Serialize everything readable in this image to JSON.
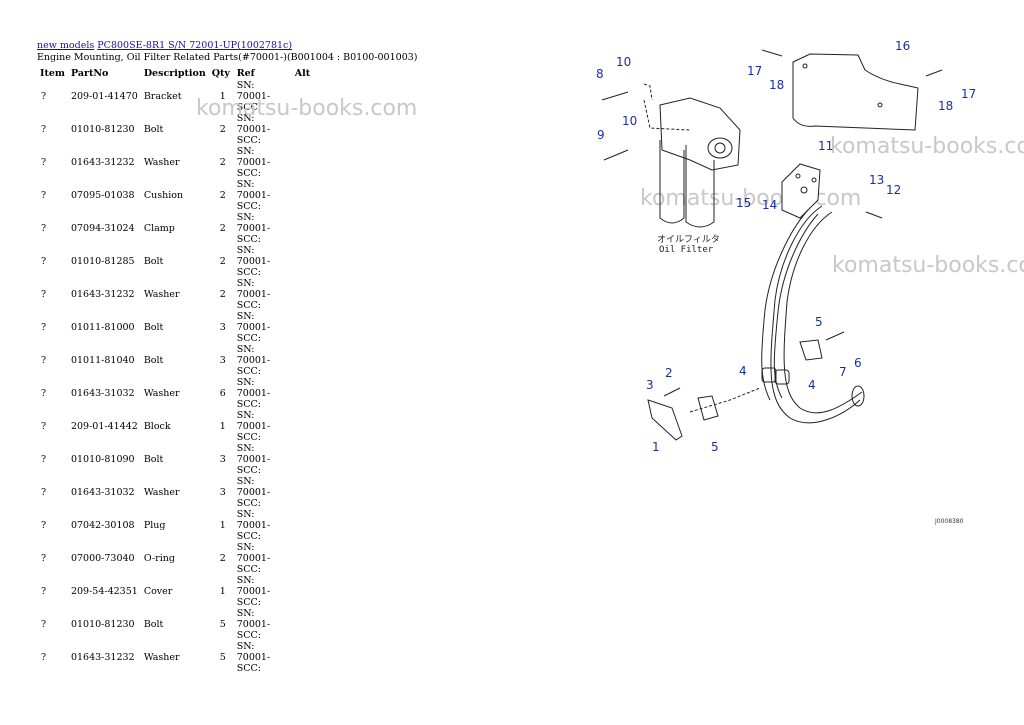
{
  "breadcrumb": {
    "link1": "new models",
    "link2": "PC800SE-8R1 S/N 72001-UP(1002781c)"
  },
  "page_title": "Engine Mounting, Oil Filter Related Parts(#70001-)(B001004 : B0100-001003)",
  "table": {
    "headers": [
      "Item",
      "PartNo",
      "Description",
      "Qty",
      "Ref",
      "Alt"
    ],
    "rows": [
      {
        "item": "?",
        "part": "209-01-41470",
        "desc": "Bracket",
        "qty": "1",
        "ref": "SN: 70001-SCC:"
      },
      {
        "item": "?",
        "part": "01010-81230",
        "desc": "Bolt",
        "qty": "2",
        "ref": "SN: 70001-SCC:"
      },
      {
        "item": "?",
        "part": "01643-31232",
        "desc": "Washer",
        "qty": "2",
        "ref": "SN: 70001-SCC:"
      },
      {
        "item": "?",
        "part": "07095-01038",
        "desc": "Cushion",
        "qty": "2",
        "ref": "SN: 70001-SCC:"
      },
      {
        "item": "?",
        "part": "07094-31024",
        "desc": "Clamp",
        "qty": "2",
        "ref": "SN: 70001-SCC:"
      },
      {
        "item": "?",
        "part": "01010-81285",
        "desc": "Bolt",
        "qty": "2",
        "ref": "SN: 70001-SCC:"
      },
      {
        "item": "?",
        "part": "01643-31232",
        "desc": "Washer",
        "qty": "2",
        "ref": "SN: 70001-SCC:"
      },
      {
        "item": "?",
        "part": "01011-81000",
        "desc": "Bolt",
        "qty": "3",
        "ref": "SN: 70001-SCC:"
      },
      {
        "item": "?",
        "part": "01011-81040",
        "desc": "Bolt",
        "qty": "3",
        "ref": "SN: 70001-SCC:"
      },
      {
        "item": "?",
        "part": "01643-31032",
        "desc": "Washer",
        "qty": "6",
        "ref": "SN: 70001-SCC:"
      },
      {
        "item": "?",
        "part": "209-01-41442",
        "desc": "Block",
        "qty": "1",
        "ref": "SN: 70001-SCC:"
      },
      {
        "item": "?",
        "part": "01010-81090",
        "desc": "Bolt",
        "qty": "3",
        "ref": "SN: 70001-SCC:"
      },
      {
        "item": "?",
        "part": "01643-31032",
        "desc": "Washer",
        "qty": "3",
        "ref": "SN: 70001-SCC:"
      },
      {
        "item": "?",
        "part": "07042-30108",
        "desc": "Plug",
        "qty": "1",
        "ref": "SN: 70001-SCC:"
      },
      {
        "item": "?",
        "part": "07000-73040",
        "desc": "O-ring",
        "qty": "2",
        "ref": "SN: 70001-SCC:"
      },
      {
        "item": "?",
        "part": "209-54-42351",
        "desc": "Cover",
        "qty": "1",
        "ref": "SN: 70001-SCC:"
      },
      {
        "item": "?",
        "part": "01010-81230",
        "desc": "Bolt",
        "qty": "5",
        "ref": "SN: 70001-SCC:"
      },
      {
        "item": "?",
        "part": "01643-31232",
        "desc": "Washer",
        "qty": "5",
        "ref": "SN: 70001-SCC:"
      }
    ]
  },
  "watermark": "komatsu-books.com",
  "diagram": {
    "callouts": [
      "1",
      "2",
      "3",
      "4",
      "4",
      "5",
      "5",
      "6",
      "7",
      "8",
      "9",
      "10",
      "10",
      "11",
      "12",
      "13",
      "14",
      "15",
      "16",
      "17",
      "17",
      "18",
      "18"
    ],
    "filter_label_jp": "オイルフィルタ",
    "filter_label_en": "Oil Filter",
    "drawing_code": "J0008380"
  },
  "colors": {
    "link": "#1a0dab",
    "callout": "#1a2ea8",
    "watermark": "#c8c8c8"
  }
}
